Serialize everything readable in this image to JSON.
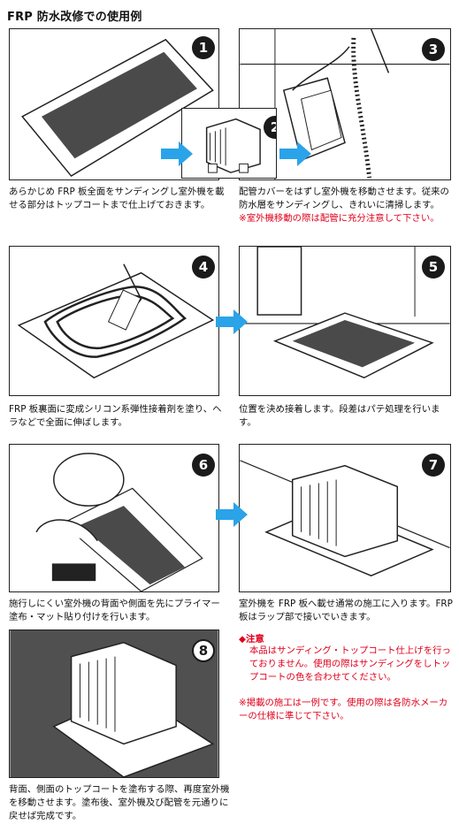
{
  "title": "FRP 防水改修での使用例",
  "steps": [
    {
      "num": "1",
      "caption": "あらかじめ FRP 板全面をサンディングし室外機を載せる部分はトップコートまで仕上げておきます。"
    },
    {
      "num": "2",
      "caption": ""
    },
    {
      "num": "3",
      "caption": "配管カバーをはずし室外機を移動させます。従来の防水層をサンディングし、きれいに清掃します。",
      "warning": "※室外機移動の際は配管に充分注意して下さい。"
    },
    {
      "num": "4",
      "caption": "FRP 板裏面に変成シリコン系弾性接着剤を塗り、ヘラなどで全面に伸ばします。"
    },
    {
      "num": "5",
      "caption": "位置を決め接着します。段差はパテ処理を行います。"
    },
    {
      "num": "6",
      "caption": "施行しにくい室外機の背面や側面を先にプライマー塗布・マット貼り付けを行います。"
    },
    {
      "num": "7",
      "caption": "室外機を FRP 板へ載せ通常の施工に入ります。FRP 板はラップ部で接いでいきます。"
    },
    {
      "num": "8",
      "caption": "背面、側面のトップコートを塗布する際、再度室外機を移動させます。塗布後、室外機及び配管を元通りに戻せば完成です。"
    }
  ],
  "notes": {
    "heading": "◆注意",
    "line1": "本品はサンディング・トップコート仕上げを行っておりません。使用の際はサンディングをしトップコートの色を合わせてください。",
    "line2": "※掲載の施工は一例です。使用の際は各防水メーカーの仕様に準じて下さい。"
  },
  "colors": {
    "arrow": "#2aa3e8",
    "warning": "#e0001b",
    "panel_fill": "#444444"
  }
}
